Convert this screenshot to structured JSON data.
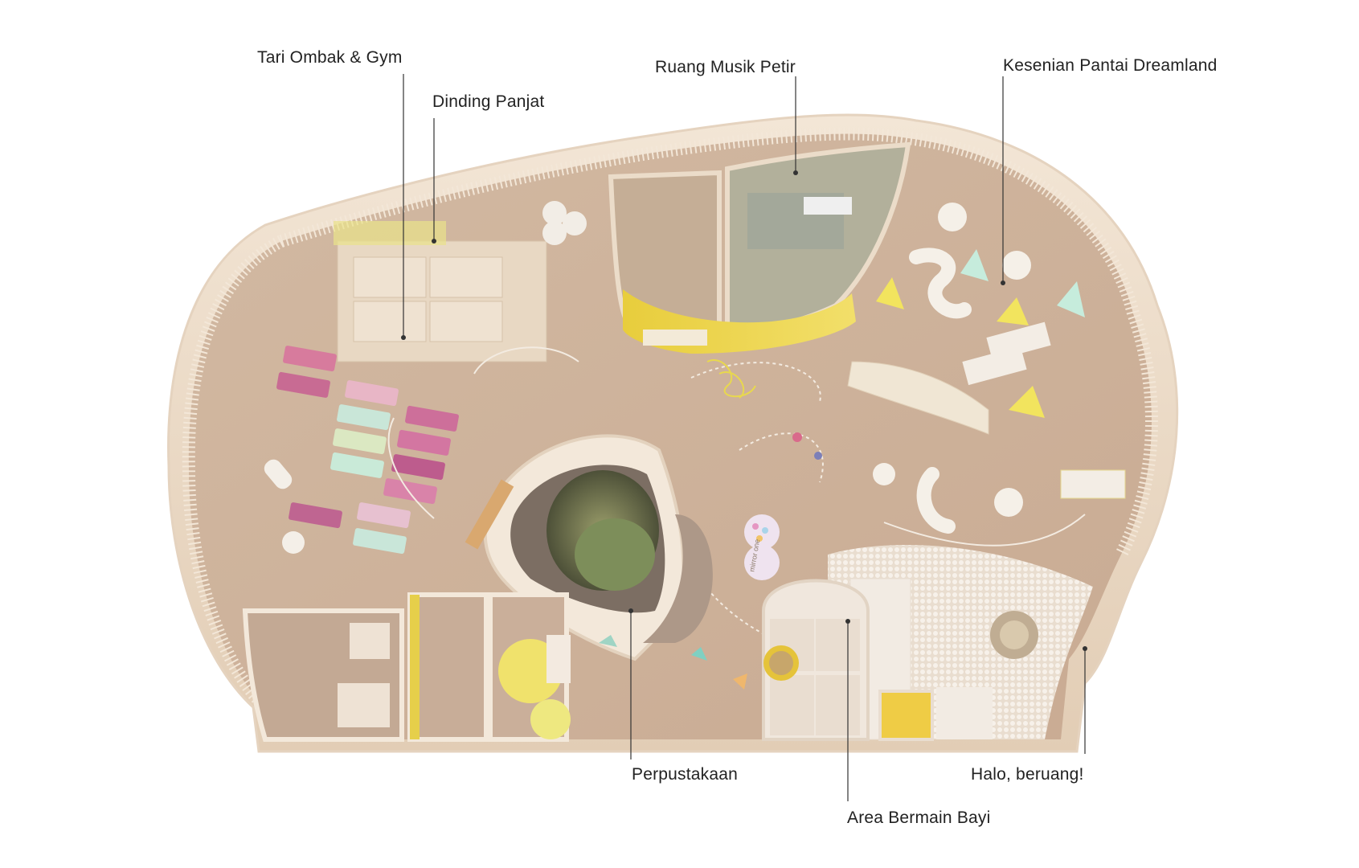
{
  "labels": {
    "tari_ombak_gym": "Tari Ombak & Gym",
    "dinding_panjat": "Dinding Panjat",
    "ruang_musik_petir": "Ruang Musik Petir",
    "kesenian_pantai_dreamland": "Kesenian Pantai Dreamland",
    "perpustakaan": "Perpustakaan",
    "area_bermain_bayi": "Area Bermain Bayi",
    "halo_beruang": "Halo, beruang!"
  },
  "floor_text": {
    "mirror_one": "mirror one"
  }
}
